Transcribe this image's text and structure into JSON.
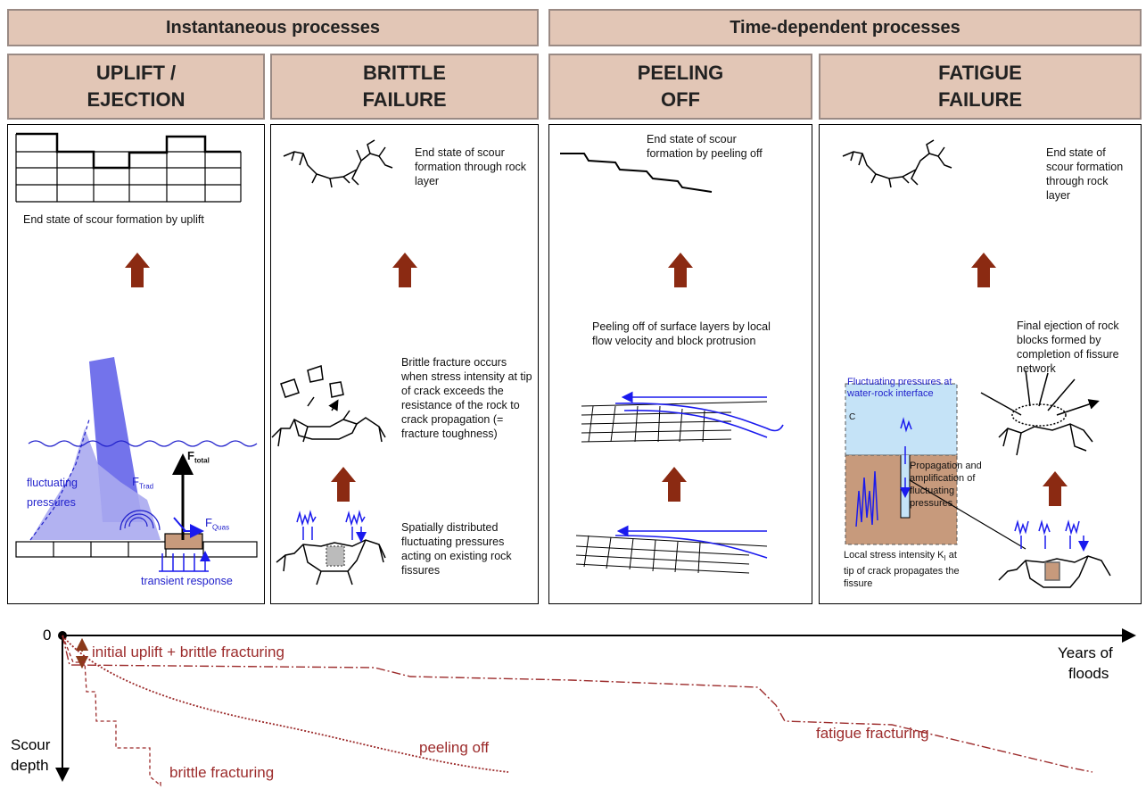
{
  "headers": {
    "instantaneous": "Instantaneous processes",
    "time_dependent": "Time-dependent processes"
  },
  "columns": [
    {
      "line1": "UPLIFT /",
      "line2": "EJECTION"
    },
    {
      "line1": "BRITTLE",
      "line2": "FAILURE"
    },
    {
      "line1": "PEELING",
      "line2": "OFF"
    },
    {
      "line1": "FATIGUE",
      "line2": "FAILURE"
    }
  ],
  "uplift": {
    "end_state": "End state of scour formation by uplift",
    "fluctuating": "fluctuating",
    "pressures": "pressures",
    "f_total": "F",
    "f_total_sub": "total",
    "f_trad": "F",
    "f_trad_sub": "Trad",
    "f_quas": "F",
    "f_quas_sub": "Quas",
    "transient": "transient response"
  },
  "brittle": {
    "end_state": "End state of scour formation through rock layer",
    "fracture": "Brittle fracture occurs when stress intensity at tip of crack exceeds the resistance of the rock to crack propagation (= fracture toughness)",
    "distributed": "Spatially distributed fluctuating pressures acting on existing rock fissures"
  },
  "peeling": {
    "end_state": "End state of scour formation by peeling off",
    "surface": "Peeling off of surface layers by local flow velocity and block protrusion"
  },
  "fatigue": {
    "end_state": "End state of scour formation through rock layer",
    "ejection": "Final ejection of rock blocks formed by completion of fissure network",
    "fluct_header": "Fluctuating pressures at water-rock interface",
    "coeffs": "C",
    "propagation": "Propagation and amplification of fluctuating pressures",
    "stress": "Local stress intensity K",
    "stress_sub": "I",
    "stress_tail": " at tip of crack propagates the fissure"
  },
  "timeline": {
    "origin": "0",
    "x_label_1": "Years of",
    "x_label_2": "floods",
    "y_label_1": "Scour",
    "y_label_2": "depth",
    "initial": "initial uplift + brittle fracturing",
    "peeling": "peeling off",
    "brittle": "brittle fracturing",
    "fatigue": "fatigue fracturing"
  },
  "colors": {
    "header_fill": "#e2c6b6",
    "arrow_fill": "#8b2a12",
    "water_blue": "#2222dd",
    "curve_red": "#9c2b2b",
    "rock_brown": "#c79a7c"
  }
}
